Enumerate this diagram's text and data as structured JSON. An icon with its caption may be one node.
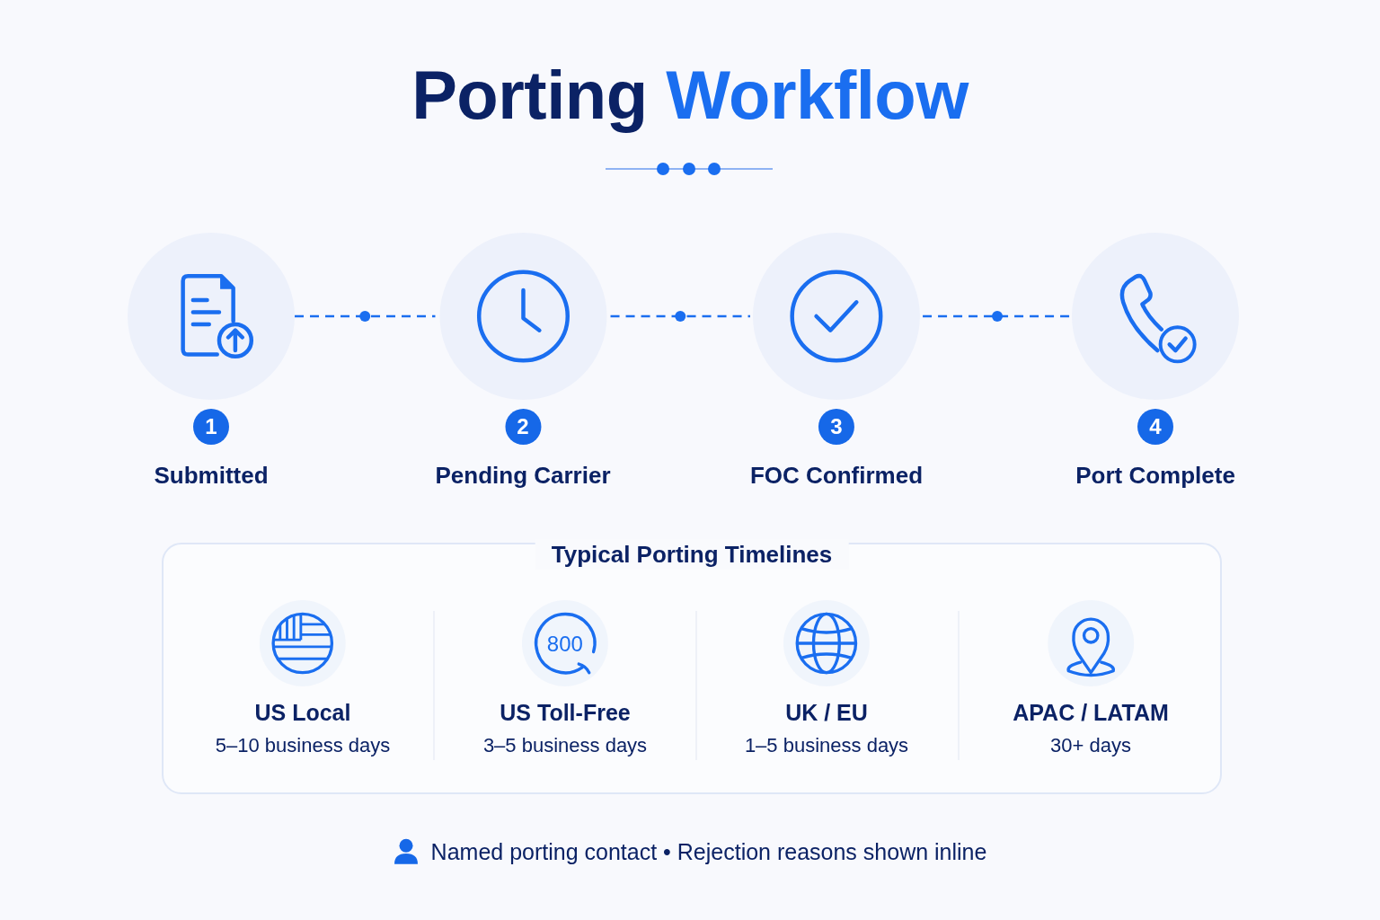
{
  "diagram": {
    "title": "Porting Workflow",
    "nodes": [
      {
        "text": [
          "1",
          "Submitted"
        ]
      },
      {
        "text": [
          "2",
          "Pending Carrier"
        ]
      },
      {
        "text": [
          "3",
          "FOC Confirmed"
        ]
      },
      {
        "text": [
          "4",
          "Port Complete"
        ]
      },
      {
        "text": [
          "Typical Porting Timelines"
        ]
      },
      {
        "text": [
          "US Local",
          "5–10 business days"
        ],
        "in": 4
      },
      {
        "text": [
          "US Toll-Free",
          "3–5 business days"
        ],
        "in": 4
      },
      {
        "text": [
          "UK / EU",
          "1–5 business days"
        ],
        "in": 4
      },
      {
        "text": [
          "APAC / LATAM",
          "30+ days"
        ],
        "in": 4
      }
    ],
    "edges": [
      {
        "from": 0,
        "to": 1,
        "arrow": "none",
        "style": "dashed"
      },
      {
        "from": 1,
        "to": 2,
        "arrow": "none",
        "style": "dashed"
      },
      {
        "from": 2,
        "to": 3,
        "arrow": "none",
        "style": "dashed"
      }
    ],
    "labels": [
      "800",
      "Named porting contact • Rejection reasons shown inline"
    ]
  }
}
